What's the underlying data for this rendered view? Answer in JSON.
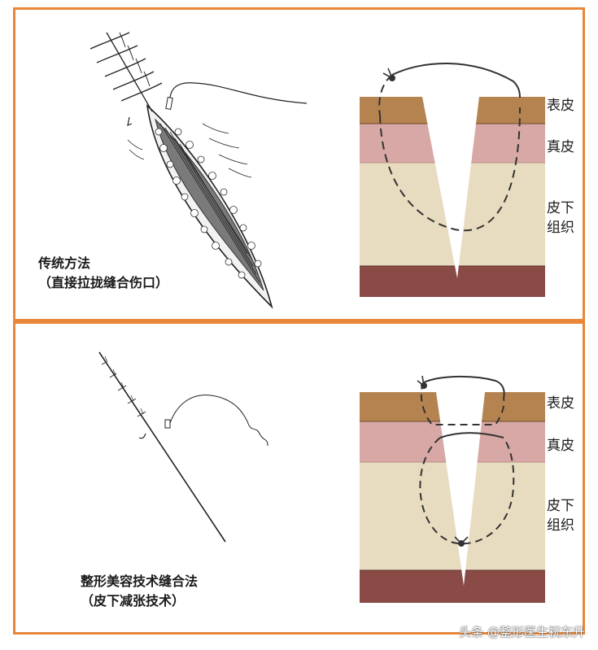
{
  "top_panel": {
    "caption_line1": "传统方法",
    "caption_line2": "（直接拉拢缝合伤口）",
    "layers": {
      "epidermis": "表皮",
      "dermis": "真皮",
      "subcutaneous_line1": "皮下",
      "subcutaneous_line2": "组织"
    }
  },
  "bottom_panel": {
    "caption_line1": "整形美容技术缝合法",
    "caption_line2": "（皮下减张技术）",
    "layers": {
      "epidermis": "表皮",
      "dermis": "真皮",
      "subcutaneous_line1": "皮下",
      "subcutaneous_line2": "组织"
    }
  },
  "watermark": "头条 @整形医生祝东升",
  "colors": {
    "border": "#e8873a",
    "epidermis": "#b5834f",
    "dermis": "#d7a8a5",
    "subcutaneous": "#e8dcc0",
    "muscle": "#8a4b47"
  }
}
